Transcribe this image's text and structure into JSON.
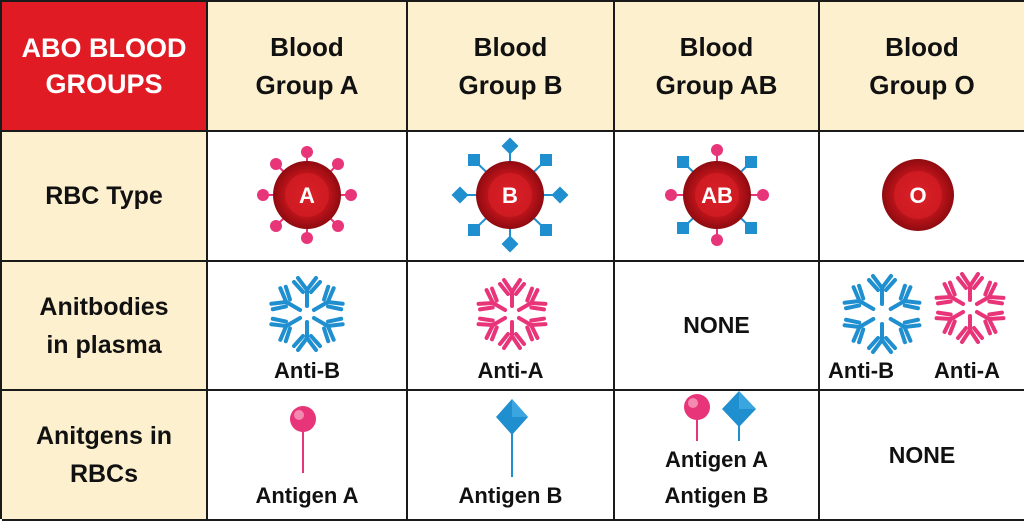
{
  "table": {
    "corner_line1": "ABO BLOOD",
    "corner_line2": "GROUPS",
    "columns": [
      {
        "line1": "Blood",
        "line2": "Group A"
      },
      {
        "line1": "Blood",
        "line2": "Group B"
      },
      {
        "line1": "Blood",
        "line2": "Group AB"
      },
      {
        "line1": "Blood",
        "line2": "Group O"
      }
    ],
    "rows": [
      {
        "line1": "RBC Type",
        "line2": ""
      },
      {
        "line1": "Anitbodies",
        "line2": "in plasma"
      },
      {
        "line1": "Anitgens in",
        "line2": "RBCs"
      }
    ]
  },
  "rbc": {
    "a": "A",
    "b": "B",
    "ab": "AB",
    "o": "O"
  },
  "antibodies": {
    "a": "Anti-B",
    "b": "Anti-A",
    "ab": "NONE",
    "o_left": "Anti-B",
    "o_right": "Anti-A"
  },
  "antigens": {
    "a": "Antigen A",
    "b": "Antigen B",
    "ab_line1": "Antigen A",
    "ab_line2": "Antigen B",
    "o": "NONE"
  },
  "colors": {
    "corner": "#e01b24",
    "header": "#fdf0cf",
    "rbc": "#c8161d",
    "antigen_a": "#e8357a",
    "antigen_b": "#1f8fd0"
  }
}
